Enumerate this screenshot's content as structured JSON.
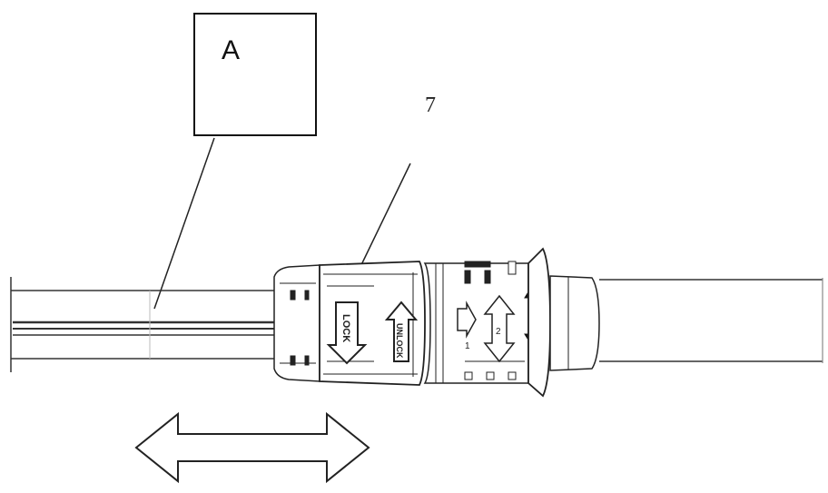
{
  "diagram": {
    "box_label": "A",
    "reference_number": "7",
    "lock_text": "LOCK",
    "unlock_text": "UNLOCK",
    "mark_one": "1",
    "mark_two": "2"
  }
}
